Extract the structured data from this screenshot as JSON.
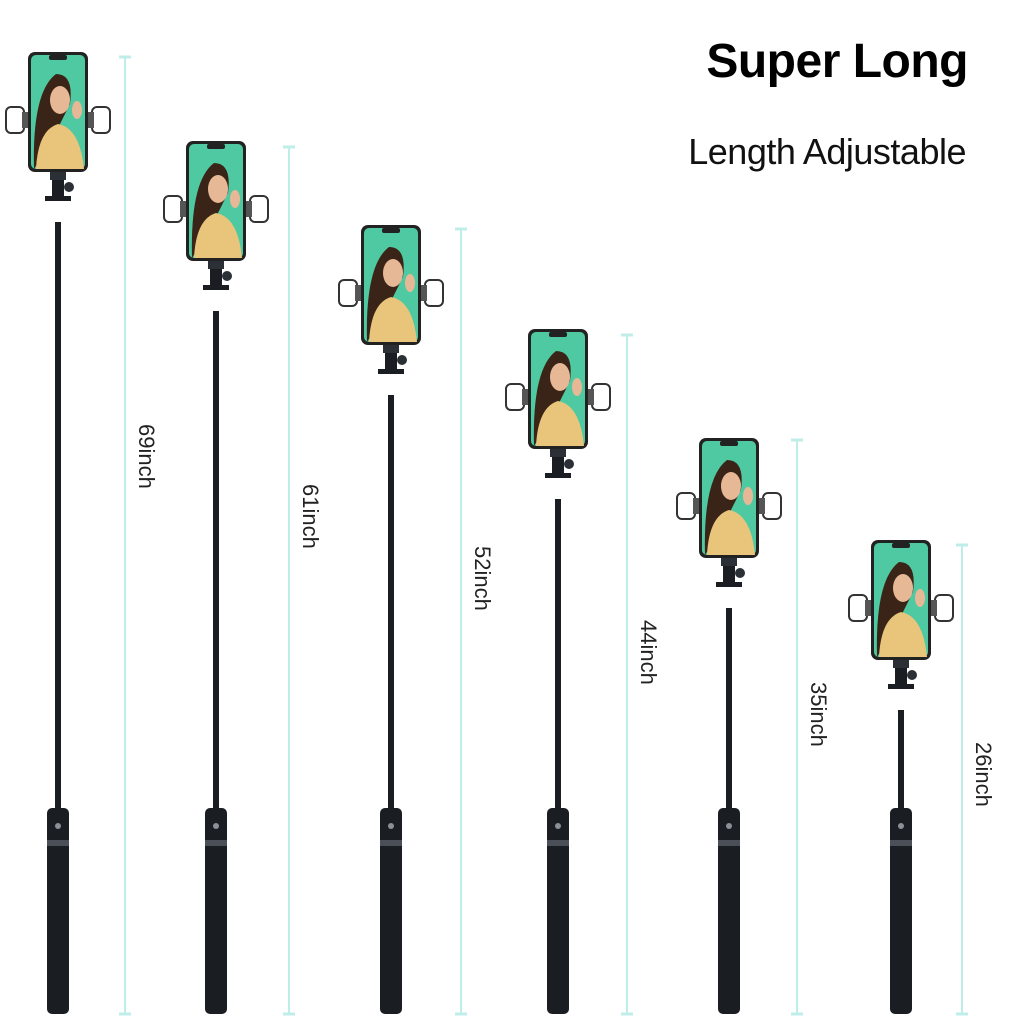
{
  "heading": {
    "title": "Super Long",
    "subtitle": "Length Adjustable"
  },
  "colors": {
    "measure_line": "#bfeee8",
    "phone_screen": "#4fc9a2",
    "stick": "#1a1d22",
    "shirt": "#e8c57a",
    "hair": "#3a2418"
  },
  "sticks": [
    {
      "length_label": "69inch",
      "length_value": 69
    },
    {
      "length_label": "61inch",
      "length_value": 61
    },
    {
      "length_label": "52inch",
      "length_value": 52
    },
    {
      "length_label": "44inch",
      "length_value": 44
    },
    {
      "length_label": "35inch",
      "length_value": 35
    },
    {
      "length_label": "26inch",
      "length_value": 26
    }
  ]
}
